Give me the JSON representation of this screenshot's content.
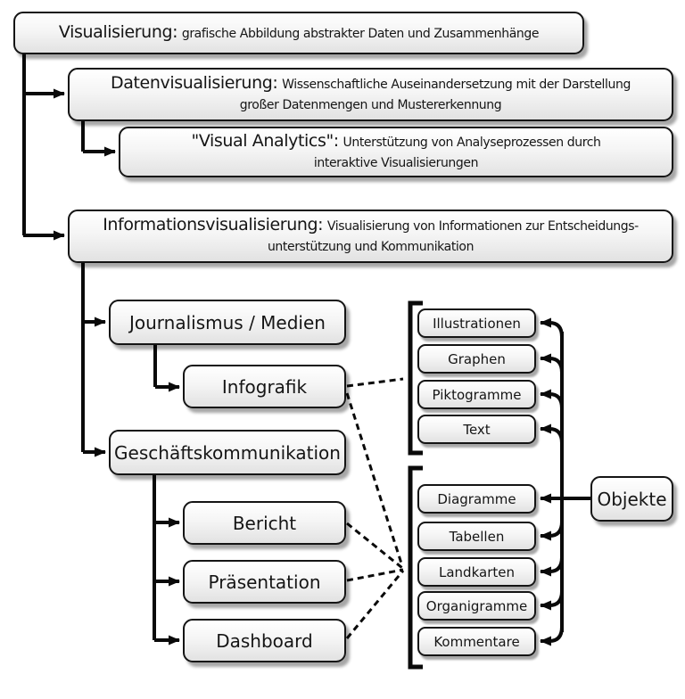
{
  "diagram": {
    "nodes": {
      "visualisierung": {
        "title": "Visualisierung:",
        "desc": "grafische Abbildung abstrakter Daten und Zusammenhänge"
      },
      "datenvisualisierung": {
        "title": "Datenvisualisierung:",
        "desc_line1": "Wissenschaftliche Auseinandersetzung mit der Darstellung",
        "desc_line2": "großer Datenmengen und Mustererkennung"
      },
      "visual_analytics": {
        "title": "\"Visual Analytics\":",
        "desc_line1": "Unterstützung von Analyseprozessen durch",
        "desc_line2": "interaktive Visualisierungen"
      },
      "informationsvisualisierung": {
        "title": "Informationsvisualisierung:",
        "desc_line1": "Visualisierung von Informationen zur Entscheidungs-",
        "desc_line2": "unterstützung und Kommunikation"
      },
      "journalismus_medien": {
        "label": "Journalismus / Medien"
      },
      "infografik": {
        "label": "Infografik"
      },
      "geschaeftskommunikation": {
        "label": "Geschäftskommunikation"
      },
      "bericht": {
        "label": "Bericht"
      },
      "praesentation": {
        "label": "Präsentation"
      },
      "dashboard": {
        "label": "Dashboard"
      },
      "objekte": {
        "label": "Objekte"
      }
    },
    "infografik_elements": {
      "items": [
        {
          "label": "Illustrationen"
        },
        {
          "label": "Graphen"
        },
        {
          "label": "Piktogramme"
        },
        {
          "label": "Text"
        }
      ]
    },
    "objekte_elements": {
      "items": [
        {
          "label": "Diagramme"
        },
        {
          "label": "Tabellen"
        },
        {
          "label": "Landkarten"
        },
        {
          "label": "Organigramme"
        },
        {
          "label": "Kommentare"
        }
      ]
    },
    "colors": {
      "box_border": "#141414",
      "box_fill_top": "#ffffff",
      "box_fill_bottom": "#e2e2e2",
      "line": "#0a0a0a",
      "text": "#151515"
    }
  }
}
